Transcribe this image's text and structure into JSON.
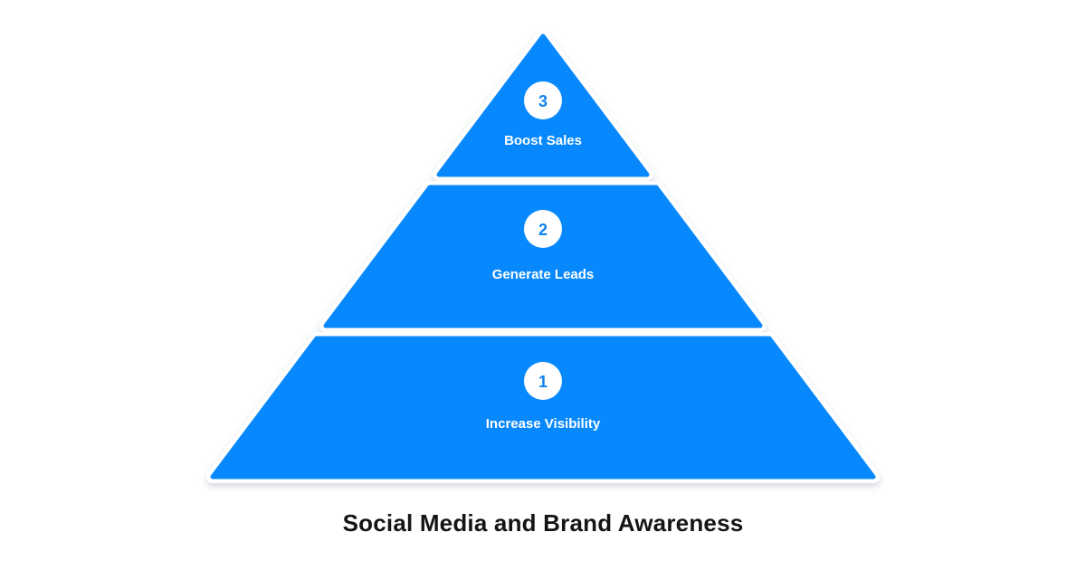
{
  "title": "Social Media and Brand Awareness",
  "pyramid": {
    "levels": [
      {
        "number": "3",
        "label": "Boost Sales"
      },
      {
        "number": "2",
        "label": "Generate Leads"
      },
      {
        "number": "1",
        "label": "Increase Visibility"
      }
    ]
  },
  "colors": {
    "background": "#ffffff",
    "tier_fill": "#0788fc",
    "badge_background": "#ffffff",
    "badge_number": "#0f82ef",
    "label_text": "#ffffff",
    "title_text": "#151515"
  }
}
